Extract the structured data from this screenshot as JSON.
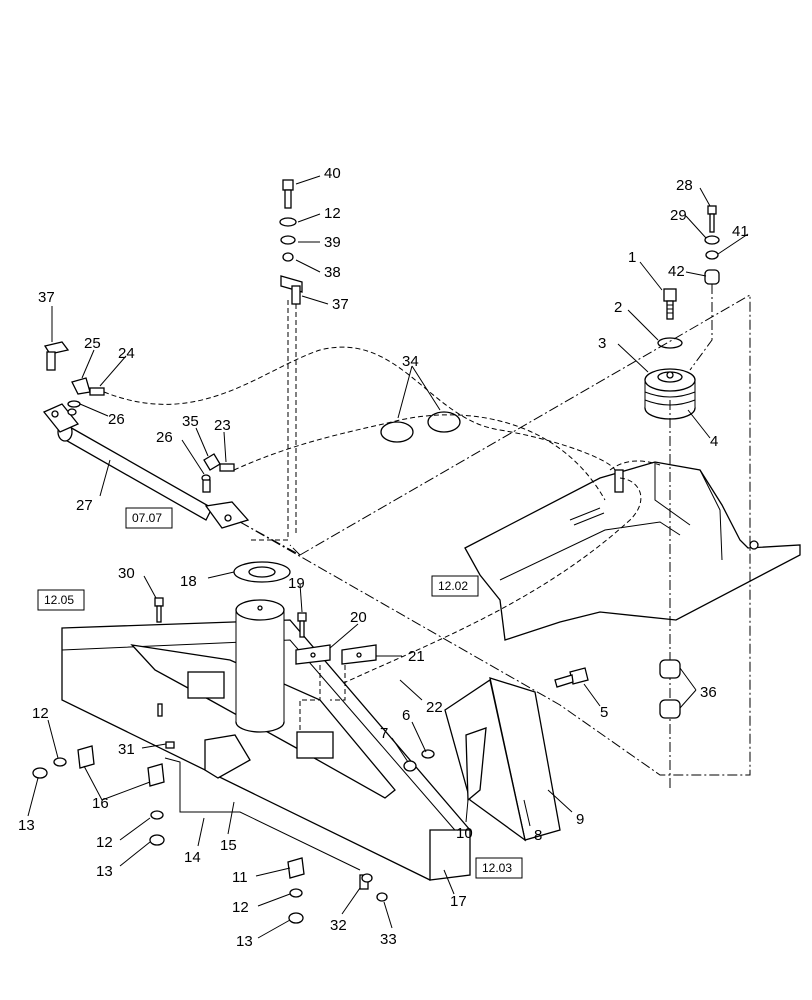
{
  "callouts": [
    {
      "label": "40"
    },
    {
      "label": "12"
    },
    {
      "label": "39"
    },
    {
      "label": "38"
    },
    {
      "label": "37"
    },
    {
      "label": "28"
    },
    {
      "label": "29"
    },
    {
      "label": "41"
    },
    {
      "label": "42"
    },
    {
      "label": "1"
    },
    {
      "label": "2"
    },
    {
      "label": "3"
    },
    {
      "label": "4"
    },
    {
      "label": "37"
    },
    {
      "label": "25"
    },
    {
      "label": "24"
    },
    {
      "label": "26"
    },
    {
      "label": "34"
    },
    {
      "label": "35"
    },
    {
      "label": "23"
    },
    {
      "label": "26"
    },
    {
      "label": "27"
    },
    {
      "label": "30"
    },
    {
      "label": "18"
    },
    {
      "label": "19"
    },
    {
      "label": "20"
    },
    {
      "label": "21"
    },
    {
      "label": "22"
    },
    {
      "label": "5"
    },
    {
      "label": "36"
    },
    {
      "label": "6"
    },
    {
      "label": "7"
    },
    {
      "label": "12"
    },
    {
      "label": "31"
    },
    {
      "label": "13"
    },
    {
      "label": "16"
    },
    {
      "label": "12"
    },
    {
      "label": "13"
    },
    {
      "label": "14"
    },
    {
      "label": "15"
    },
    {
      "label": "10"
    },
    {
      "label": "8"
    },
    {
      "label": "9"
    },
    {
      "label": "11"
    },
    {
      "label": "12"
    },
    {
      "label": "13"
    },
    {
      "label": "32"
    },
    {
      "label": "33"
    },
    {
      "label": "17"
    }
  ],
  "refs": [
    {
      "label": "07.07"
    },
    {
      "label": "12.05"
    },
    {
      "label": "12.02"
    },
    {
      "label": "12.03"
    }
  ]
}
